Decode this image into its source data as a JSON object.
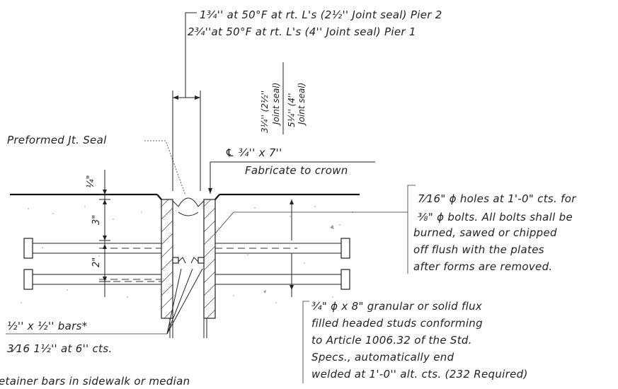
{
  "notes": {
    "opening_line1": "1¾'' at 50°F at rt. L's (2½'' Joint seal) Pier 2",
    "opening_line2": "2¾''at 50°F at rt. L's (4'' Joint seal) Pier 1",
    "seal_depth_a": "3¼'' (2½''",
    "seal_depth_a2": "Joint seal)",
    "seal_depth_b": "5¼'' (4''",
    "seal_depth_b2": "Joint seal)",
    "preformed_seal": "Preformed Jt. Seal",
    "plate_size": "℄ ¾'' x 7''",
    "fabricate": "Fabricate to crown",
    "holes_l1": "7⁄16\" ϕ holes at 1'-0\" cts. for",
    "holes_l2": "⅜\" ϕ bolts.  All bolts shall be",
    "holes_l3": "burned, sawed or chipped",
    "holes_l4": "off flush with the plates",
    "holes_l5": "after forms are removed.",
    "studs_l1": "¾\" ϕ x 8\" granular or solid flux",
    "studs_l2": "filled headed studs conforming",
    "studs_l3": "to Article 1006.32 of the Std.",
    "studs_l4": "Specs., automatically end",
    "studs_l5": "welded at 1'-0'' alt. cts. (232 Required)",
    "bars": "½'' x ½'' bars*",
    "weld": "3⁄16 1½'' at 6'' cts.",
    "retainer": "etainer bars in sidewalk or median"
  },
  "dimensions": {
    "quarter": "¼\"",
    "three": "3\"",
    "two": "2\""
  }
}
